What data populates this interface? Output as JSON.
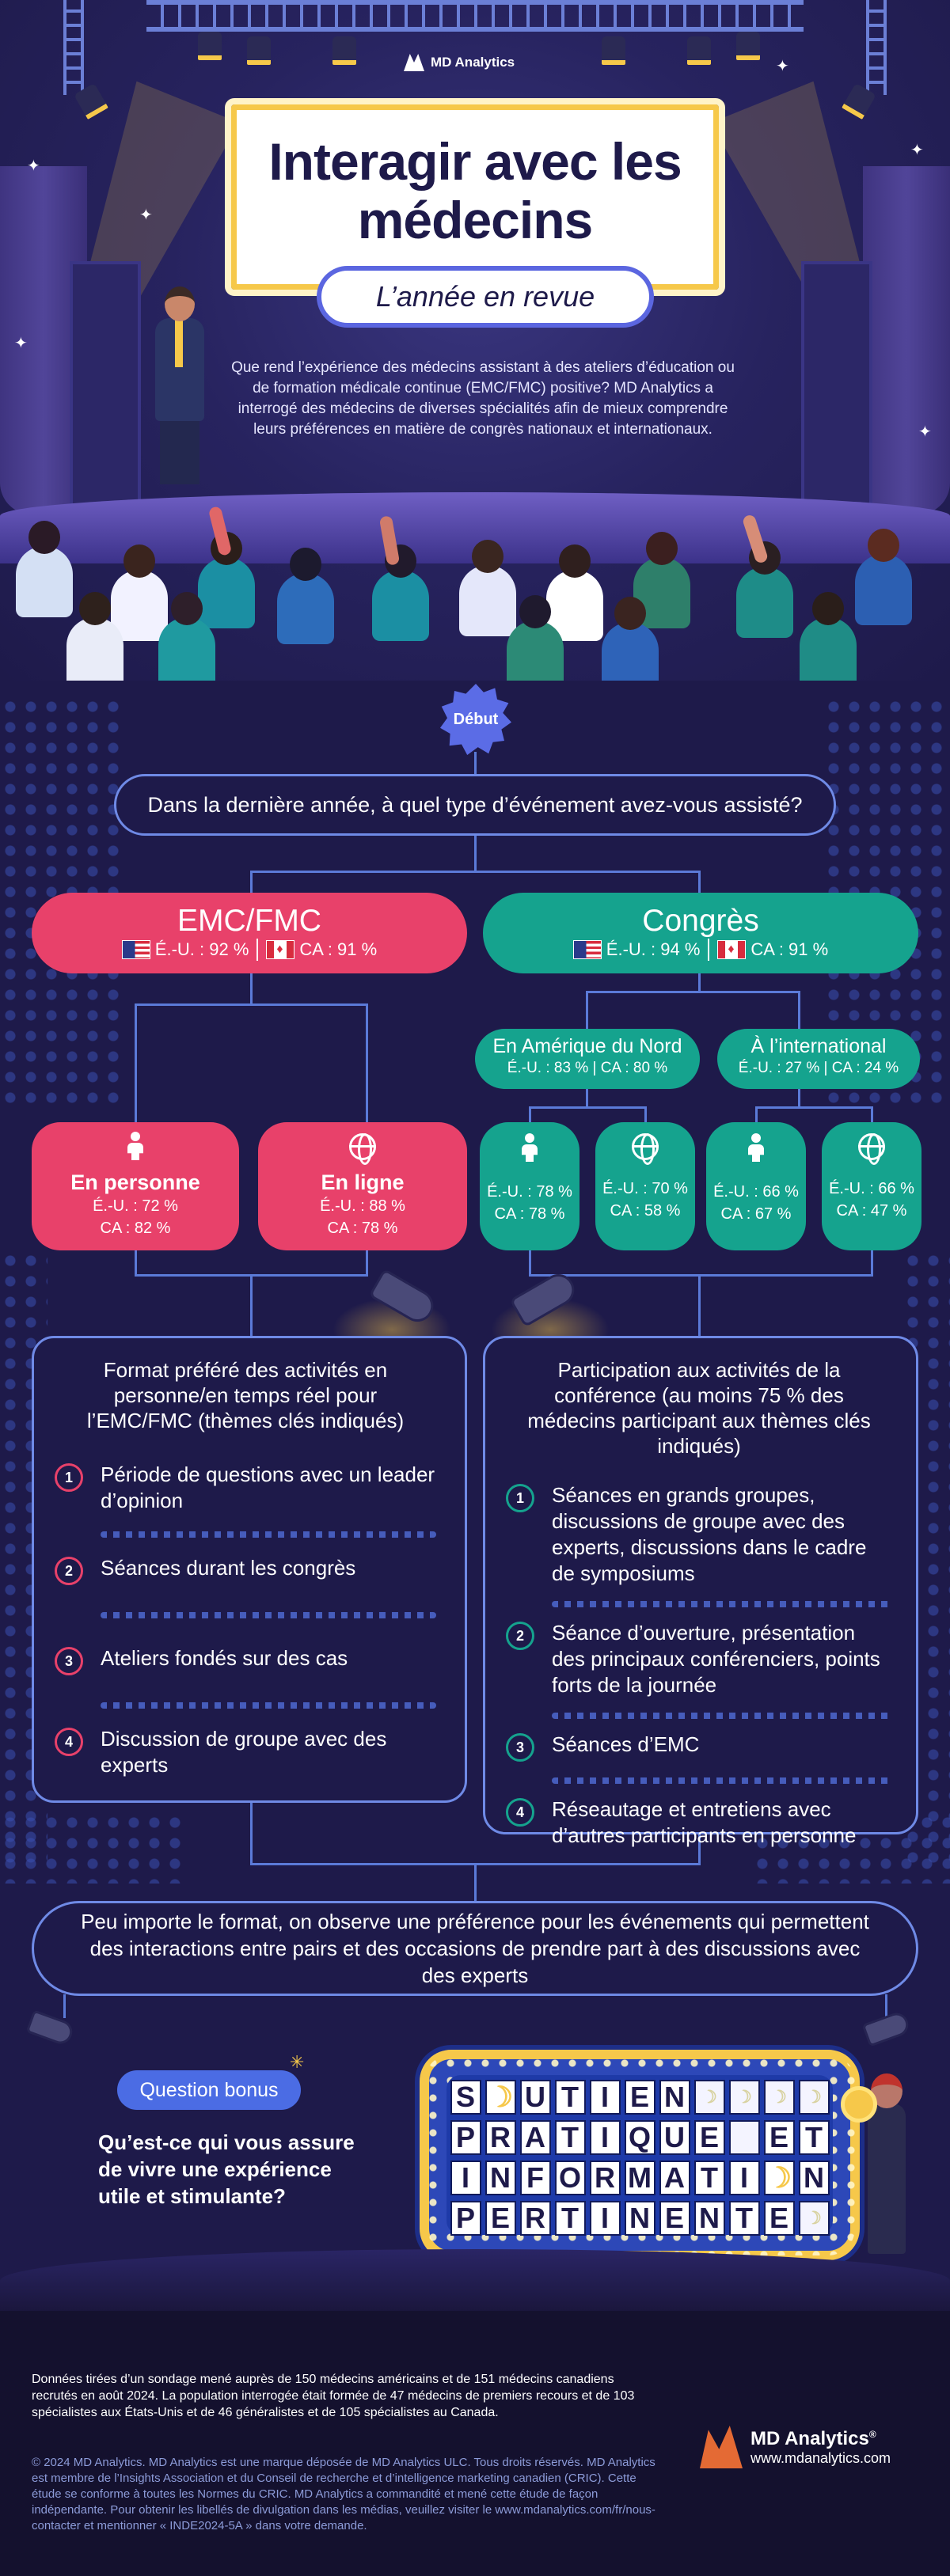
{
  "brand": {
    "name": "MD Analytics",
    "reg": "®",
    "url": "www.mdanalytics.com"
  },
  "hero": {
    "title": "Interagir avec les médecins",
    "subtitle": "L’année en revue",
    "intro": "Que rend l’expérience des médecins assistant à des ateliers d’éducation ou de formation médicale continue (EMC/FMC) positive? MD Analytics a interrogé des médecins de diverses spécialités afin de mieux comprendre leurs préférences en matière de congrès nationaux et internationaux."
  },
  "flow": {
    "start": "Début",
    "question": "Dans la dernière année, à quel type d’événement avez-vous assisté?",
    "emc": {
      "label": "EMC/FMC",
      "us": "É.-U. : 92 %",
      "ca": "CA : 91 %"
    },
    "congres": {
      "label": "Congrès",
      "us": "É.-U. : 94 %",
      "ca": "CA : 91 %"
    },
    "na": {
      "label": "En Amérique du Nord",
      "stats": "É.-U. : 83 % | CA : 80 %"
    },
    "intl": {
      "label": "À l’international",
      "stats": "É.-U. : 27 % | CA : 24 %"
    },
    "in_person": {
      "label": "En personne",
      "us": "É.-U. : 72 %",
      "ca": "CA : 82 %"
    },
    "online": {
      "label": "En ligne",
      "us": "É.-U. : 88 %",
      "ca": "CA : 78 %"
    },
    "na_person": {
      "us": "É.-U. : 78 %",
      "ca": "CA : 78 %"
    },
    "na_online": {
      "us": "É.-U. : 70 %",
      "ca": "CA : 58 %"
    },
    "intl_person": {
      "us": "É.-U. : 66 %",
      "ca": "CA : 67 %"
    },
    "intl_online": {
      "us": "É.-U. : 66 %",
      "ca": "CA : 47 %"
    }
  },
  "left_list": {
    "title": "Format préféré des activités en personne/en temps réel pour l’EMC/FMC (thèmes clés indiqués)",
    "items": [
      {
        "n": "1",
        "text": "Période de questions avec un leader d’opinion"
      },
      {
        "n": "2",
        "text": "Séances durant les congrès"
      },
      {
        "n": "3",
        "text": "Ateliers fondés sur des cas"
      },
      {
        "n": "4",
        "text": "Discussion de groupe avec des experts"
      }
    ]
  },
  "right_list": {
    "title": "Participation aux activités de la conférence (au moins 75 % des médecins participant aux thèmes clés indiqués)",
    "items": [
      {
        "n": "1",
        "text": "Séances en grands groupes, discussions de groupe avec des experts, discussions dans le cadre de symposiums"
      },
      {
        "n": "2",
        "text": "Séance d’ouverture, présentation des principaux conférenciers, points forts de la journée"
      },
      {
        "n": "3",
        "text": "Séances d’EMC"
      },
      {
        "n": "4",
        "text": "Réseautage et entretiens avec d’autres participants en personne"
      }
    ]
  },
  "summary": "Peu importe le format, on observe une préférence pour les événements qui permettent des interactions entre pairs et des occasions de prendre part à des discussions avec des experts",
  "bonus": {
    "label": "Question bonus",
    "question": "Qu’est-ce qui vous assure de vivre une expérience utile et stimulante?",
    "board_rows": [
      "SOUTIEN",
      "PRATIQUE ET",
      "INFORMATION",
      "PERTINENTE"
    ]
  },
  "footer": {
    "method": "Données tirées d’un sondage mené auprès de 150 médecins américains et de 151 médecins canadiens recrutés en août 2024. La population interrogée était formée de 47 médecins de premiers recours et de 103 spécialistes aux États-Unis et de 46 généralistes et de 105 spécialistes au Canada.",
    "copyright": "© 2024 MD Analytics. MD Analytics est une marque déposée de MD Analytics ULC. Tous droits réservés. MD Analytics est membre de l’Insights Association et du Conseil de recherche et d’intelligence marketing canadien (CRIC). Cette étude se conforme à toutes les Normes du CRIC. MD Analytics a commandité et mené cette étude de façon indépendante. Pour obtenir les libellés de divulgation dans les médias, veuillez visiter le www.mdanalytics.com/fr/nous-contacter et mentionner « INDE2024-5A » dans votre demande."
  },
  "colors": {
    "background": "#1e1a4a",
    "pink": "#e8416a",
    "green": "#15a38e",
    "gold": "#f6c84a",
    "line": "#5b7ad8"
  }
}
